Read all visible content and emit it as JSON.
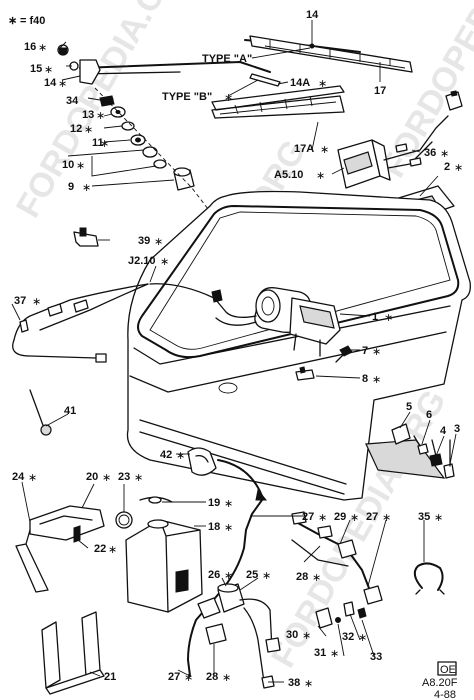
{
  "legend": {
    "symbol": "∗",
    "text": "= f40"
  },
  "watermark": "FORDOPEDIA.ORG",
  "footer": {
    "box": "OE",
    "code": "A8.20F",
    "date": "4-88"
  },
  "labels": {
    "n14": "14",
    "n16": "16",
    "n15": "15",
    "n14b": "14",
    "n34": "34",
    "n13": "13",
    "n12": "12",
    "n11": "11",
    "n10": "10",
    "n9": "9",
    "typeA": "TYPE \"A\"",
    "typeB": "TYPE \"B\"",
    "n14A": "14A",
    "n17": "17",
    "n17A": "17A",
    "a510": "A5.10",
    "n36": "36",
    "n2": "2",
    "n39": "39",
    "j210": "J2.10",
    "n37": "37",
    "n1": "1",
    "n7": "7",
    "n8": "8",
    "n41": "41",
    "n5": "5",
    "n6": "6",
    "n4": "4",
    "n3": "3",
    "n42": "42",
    "n24": "24",
    "n20": "20",
    "n23": "23",
    "n19": "19",
    "n18": "18",
    "n22": "22",
    "n27": "27",
    "n29": "29",
    "n27b": "27",
    "n35": "35",
    "n26": "26",
    "n25": "25",
    "n28": "28",
    "n30": "30",
    "n31": "31",
    "n32": "32",
    "n33": "33",
    "n21": "21",
    "n27c": "27",
    "n28b": "28",
    "n38": "38"
  }
}
